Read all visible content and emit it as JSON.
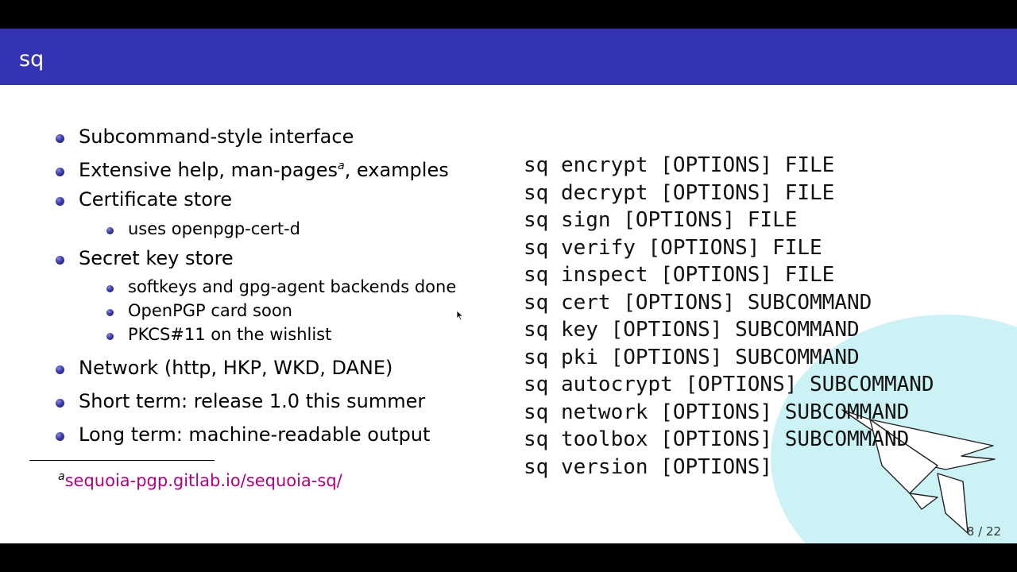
{
  "frame_title": "sq",
  "bullets": {
    "b1": "Subcommand-style interface",
    "b2_text": "Extensive help, man-pages",
    "b2_mark": "a",
    "b2_tail": ", examples",
    "b3": "Certificate store",
    "b3_sub1": "uses openpgp-cert-d",
    "b4": "Secret key store",
    "b4_sub1": "softkeys and gpg-agent backends done",
    "b4_sub2": "OpenPGP card soon",
    "b4_sub3": "PKCS#11 on the wishlist",
    "b5": "Network (http, HKP, WKD, DANE)",
    "b6": "Short term:  release 1.0 this summer",
    "b7": "Long term:  machine-readable output"
  },
  "footnote": {
    "mark": "a",
    "link": "sequoia-pgp.gitlab.io/sequoia-sq/"
  },
  "commands": [
    "sq encrypt [OPTIONS] FILE",
    "sq decrypt [OPTIONS] FILE",
    "sq sign [OPTIONS] FILE",
    "sq verify [OPTIONS] FILE",
    "sq inspect [OPTIONS] FILE",
    "sq cert [OPTIONS] SUBCOMMAND",
    "sq key [OPTIONS] SUBCOMMAND",
    "sq pki [OPTIONS] SUBCOMMAND",
    "sq autocrypt [OPTIONS] SUBCOMMAND",
    "sq network [OPTIONS] SUBCOMMAND",
    "sq toolbox [OPTIONS] SUBCOMMAND",
    "sq version [OPTIONS]"
  ],
  "page_number": "8 / 22",
  "colors": {
    "title_bar": "#3333b3",
    "link": "#b3007f",
    "logo_background": "#cbf3f6"
  },
  "icons": {
    "bullet": "ball-bullet-icon",
    "logo": "sequoia-bird-logo-icon",
    "cursor": "mouse-pointer-icon"
  }
}
